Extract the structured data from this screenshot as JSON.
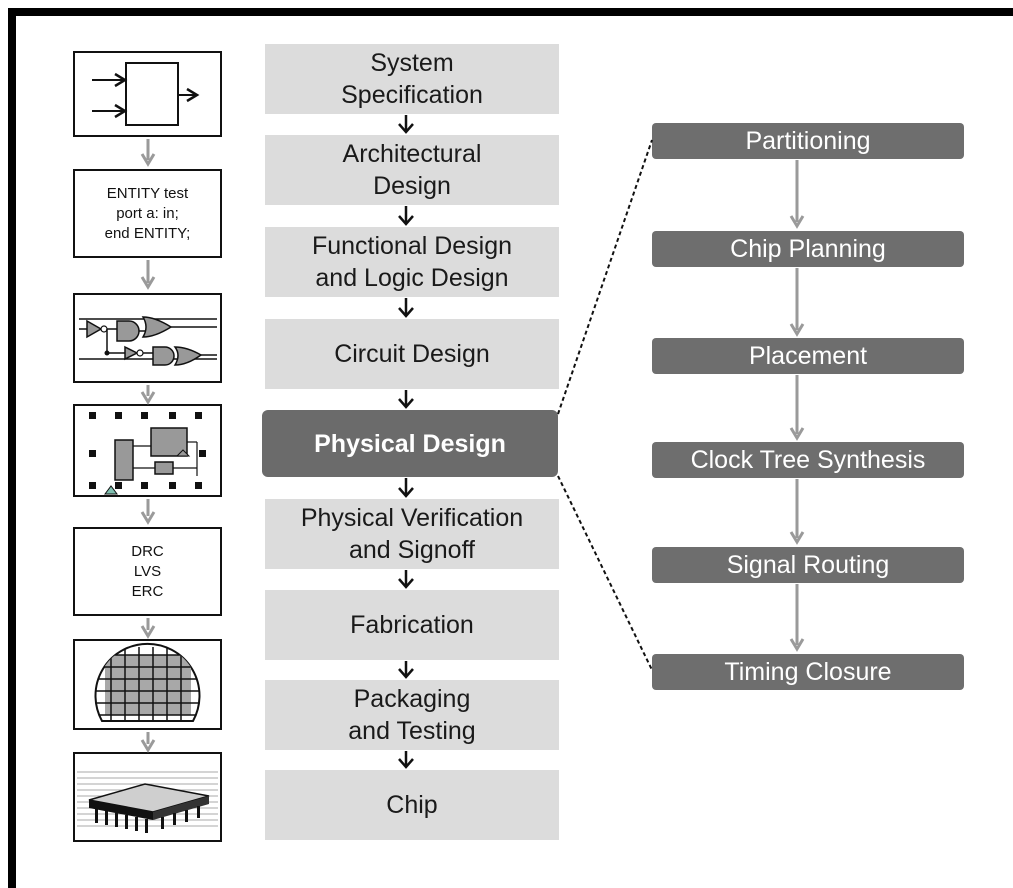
{
  "flow": [
    {
      "label": "System\nSpecification",
      "highlight": false
    },
    {
      "label": "Architectural\nDesign",
      "highlight": false
    },
    {
      "label": "Functional Design\nand Logic Design",
      "highlight": false
    },
    {
      "label": "Circuit Design",
      "highlight": false
    },
    {
      "label": "Physical Design",
      "highlight": true
    },
    {
      "label": "Physical Verification\nand Signoff",
      "highlight": false
    },
    {
      "label": "Fabrication",
      "highlight": false
    },
    {
      "label": "Packaging\nand Testing",
      "highlight": false
    },
    {
      "label": "Chip",
      "highlight": false
    }
  ],
  "physical_design_steps": [
    "Partitioning",
    "Chip Planning",
    "Placement",
    "Clock Tree Synthesis",
    "Signal Routing",
    "Timing Closure"
  ],
  "icons": {
    "hdl_code": "ENTITY test\nport a: in;\nend ENTITY;",
    "verification": "DRC\nLVS\nERC",
    "block": "block-diagram-icon",
    "gates": "logic-gates-icon",
    "layout": "layout-icon",
    "wafer": "wafer-icon",
    "chip": "chip-package-icon"
  },
  "colors": {
    "step_fill": "#dcdcdc",
    "highlight_fill": "#6b6b6b",
    "sub_fill": "#6e6e6e",
    "arrow_gray": "#9a9a9a"
  }
}
